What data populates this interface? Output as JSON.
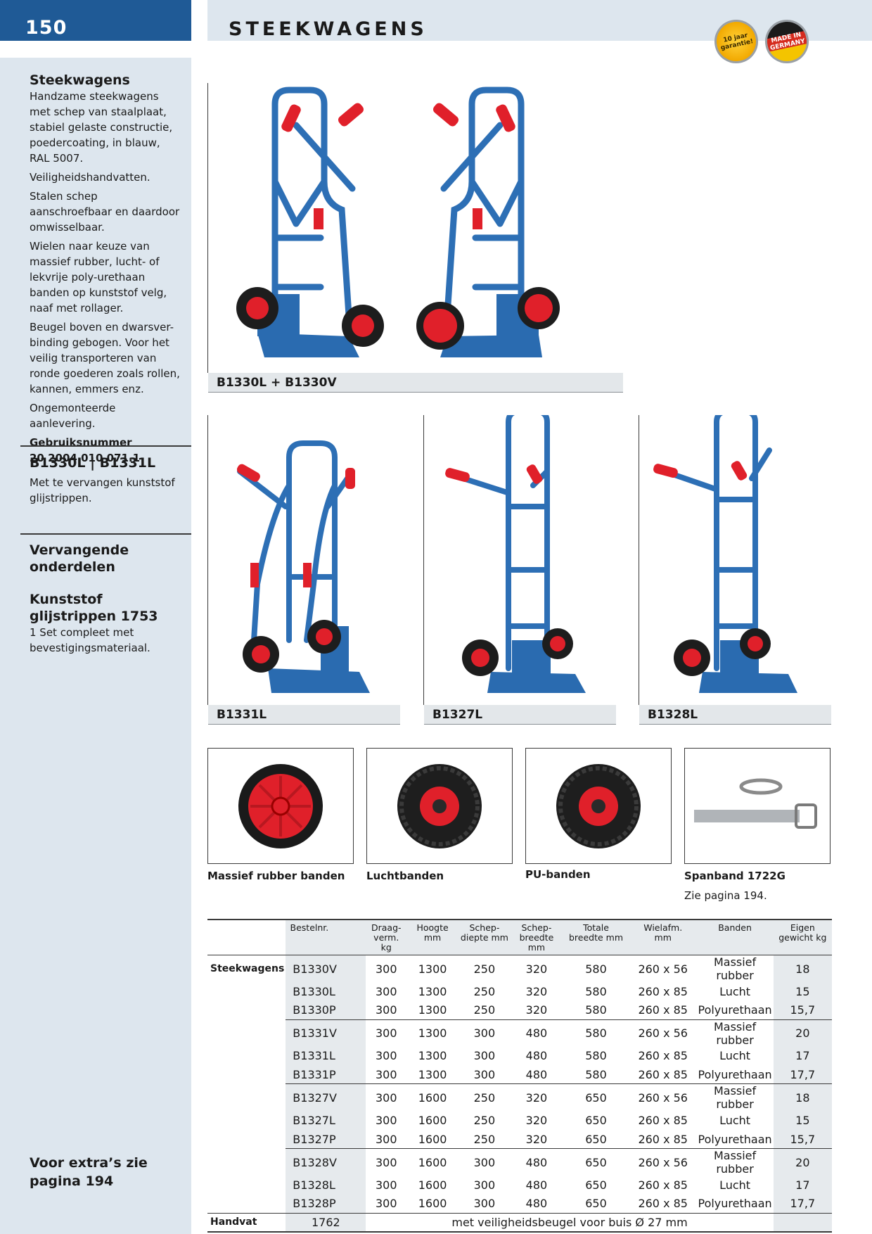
{
  "header": {
    "page_number": "150",
    "title": "STEEKWAGENS",
    "badge_guarantee": "10 jaar garantie!",
    "badge_made_in": "MADE IN GERMANY"
  },
  "sidebar": {
    "intro_heading": "Steekwagens",
    "intro_paragraphs": [
      "Handzame steekwagens met schep van staalplaat, stabiel gelaste constructie, poedercoating, in blauw, RAL 5007.",
      "Veiligheidshandvatten.",
      "Stalen schep aanschroefbaar en daardoor omwisselbaar.",
      "Wielen naar keuze van massief rubber, lucht- of lekvrije poly-urethaan banden op kunststof velg, naaf met rollager.",
      "Beugel boven en dwarsver-binding gebogen. Voor het veilig transporteren van ronde goederen zoals rollen, kannen, emmers enz.",
      "Ongemonteerde aanlevering."
    ],
    "usage_label": "Gebruiksnummer",
    "usage_number": "20 2004 010 071.1",
    "models_heading": "B1330L | B1331L",
    "models_text": "Met te vervangen kunststof glijstrippen.",
    "parts_heading": "Vervangende onderdelen",
    "strips_heading": "Kunststof glijstrippen 1753",
    "strips_text": "1 Set compleet met bevestigingsmateriaal.",
    "extras_note": "Voor extra’s zie pagina 194"
  },
  "photos": {
    "top_caption": "B1330L + B1330V",
    "captions": [
      "B1331L",
      "B1327L",
      "B1328L"
    ]
  },
  "accessories": [
    {
      "label": "Massief rubber banden",
      "sub": ""
    },
    {
      "label": "Luchtbanden",
      "sub": ""
    },
    {
      "label": "PU-banden",
      "sub": ""
    },
    {
      "label": "Spanband 1722G",
      "sub": "Zie pagina 194."
    }
  ],
  "table": {
    "headers": [
      "Bestelnr.",
      "Draag-\nverm. kg",
      "Hoogte\nmm",
      "Schep-\ndiepte mm",
      "Schep-\nbreedte mm",
      "Totale\nbreedte mm",
      "Wielafm.\nmm",
      "Banden",
      "Eigen\ngewicht kg"
    ],
    "category_trolleys": "Steekwagens",
    "rows": [
      [
        "B1330V",
        "300",
        "1300",
        "250",
        "320",
        "580",
        "260 x 56",
        "Massief rubber",
        "18"
      ],
      [
        "B1330L",
        "300",
        "1300",
        "250",
        "320",
        "580",
        "260 x 85",
        "Lucht",
        "15"
      ],
      [
        "B1330P",
        "300",
        "1300",
        "250",
        "320",
        "580",
        "260 x 85",
        "Polyurethaan",
        "15,7"
      ],
      [
        "B1331V",
        "300",
        "1300",
        "300",
        "480",
        "580",
        "260 x 56",
        "Massief rubber",
        "20"
      ],
      [
        "B1331L",
        "300",
        "1300",
        "300",
        "480",
        "580",
        "260 x 85",
        "Lucht",
        "17"
      ],
      [
        "B1331P",
        "300",
        "1300",
        "300",
        "480",
        "580",
        "260 x 85",
        "Polyurethaan",
        "17,7"
      ],
      [
        "B1327V",
        "300",
        "1600",
        "250",
        "320",
        "650",
        "260 x 56",
        "Massief rubber",
        "18"
      ],
      [
        "B1327L",
        "300",
        "1600",
        "250",
        "320",
        "650",
        "260 x 85",
        "Lucht",
        "15"
      ],
      [
        "B1327P",
        "300",
        "1600",
        "250",
        "320",
        "650",
        "260 x 85",
        "Polyurethaan",
        "15,7"
      ],
      [
        "B1328V",
        "300",
        "1600",
        "300",
        "480",
        "650",
        "260 x 56",
        "Massief rubber",
        "20"
      ],
      [
        "B1328L",
        "300",
        "1600",
        "300",
        "480",
        "650",
        "260 x 85",
        "Lucht",
        "17"
      ],
      [
        "B1328P",
        "300",
        "1600",
        "300",
        "480",
        "650",
        "260 x 85",
        "Polyurethaan",
        "17,7"
      ]
    ],
    "handle_category": "Handvat",
    "handle_code": "1762",
    "handle_description": "met veiligheidsbeugel voor buis Ø 27 mm"
  },
  "colors": {
    "brand_blue": "#1f5a96",
    "panel_bg": "#dde6ee",
    "trolley_blue": "#2d6fb5",
    "handle_red": "#e0202a"
  }
}
